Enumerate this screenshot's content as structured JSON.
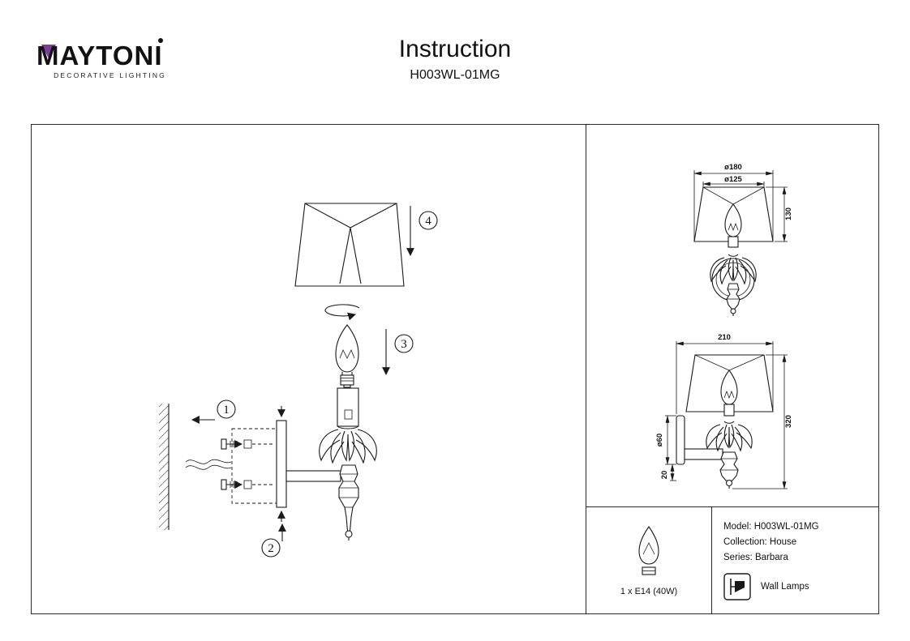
{
  "header": {
    "logo": {
      "wordmark": "MAYTONI",
      "tagline": "DECORATIVE LIGHTING"
    },
    "title": "Instruction",
    "model": "H003WL-01MG"
  },
  "assembly": {
    "step1": "1",
    "step2": "2",
    "step3": "3",
    "step4": "4"
  },
  "dimensions": {
    "front": {
      "outer_diameter": "ø180",
      "inner_diameter": "ø125",
      "shade_height": "130"
    },
    "side": {
      "depth": "210",
      "total_height": "320",
      "plate_diameter": "ø60",
      "plate_offset": "20"
    }
  },
  "specs": {
    "bulb": "1 x E14 (40W)",
    "model": "Model: H003WL-01MG",
    "collection": "Collection: House",
    "series": "Series: Barbara",
    "category": "Wall Lamps"
  },
  "colors": {
    "accent": "#7d3c98",
    "line": "#1a1a1a"
  }
}
